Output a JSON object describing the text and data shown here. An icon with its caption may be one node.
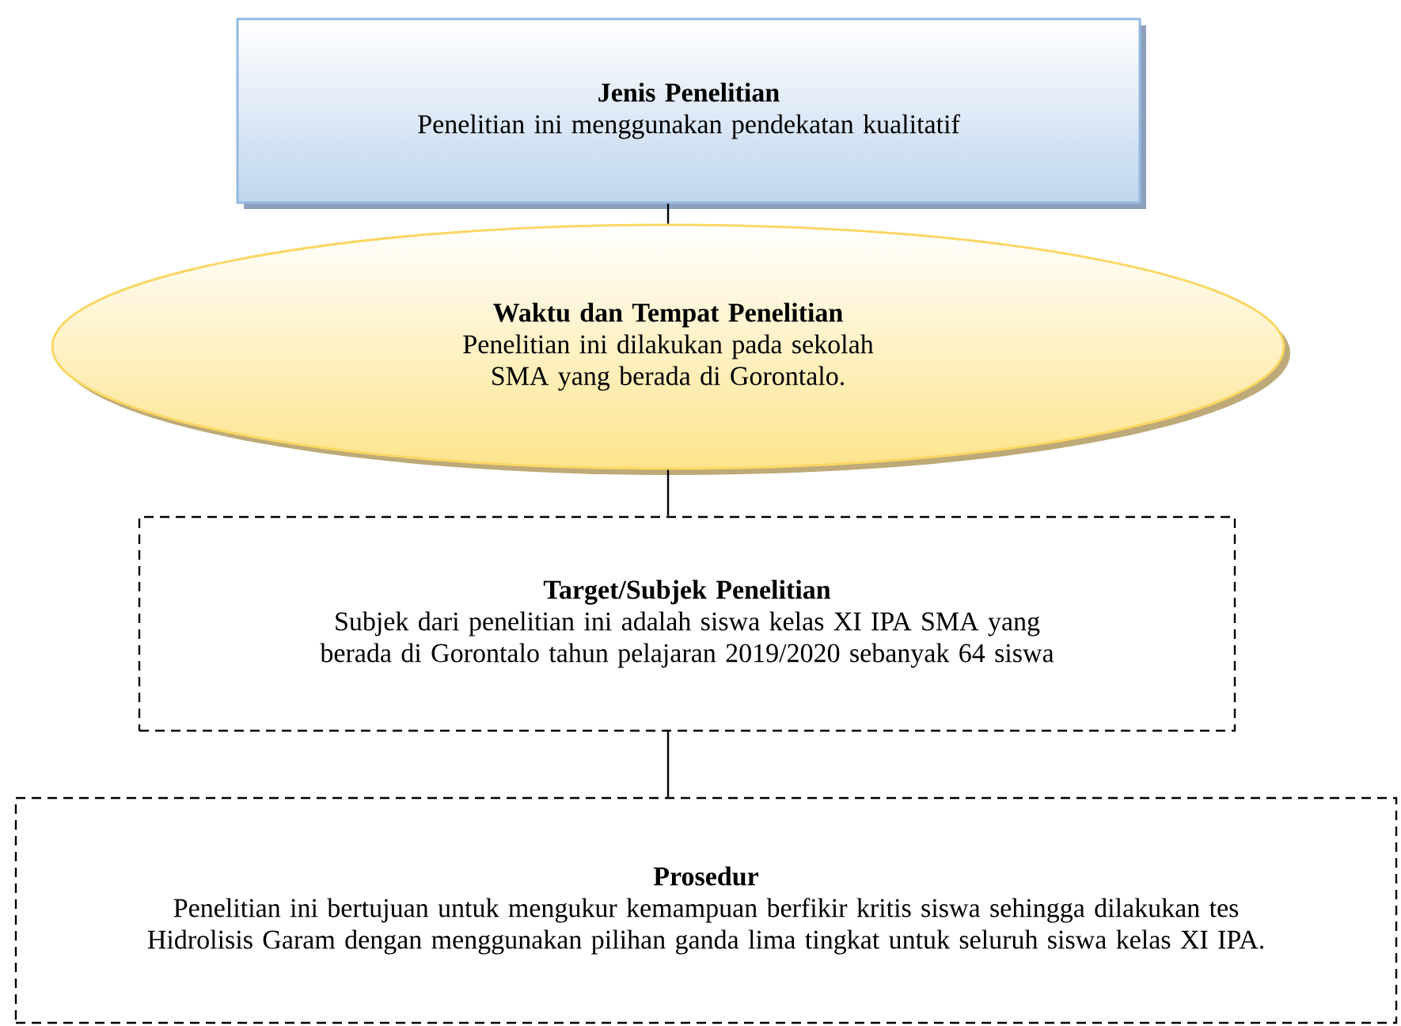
{
  "diagram": {
    "nodes": [
      {
        "text": [
          "Jenis Penelitian",
          "Penelitian ini menggunakan pendekatan kualitatif"
        ]
      },
      {
        "text": [
          "Waktu dan Tempat Penelitian",
          "Penelitian ini dilakukan pada sekolah SMA yang berada di Gorontalo."
        ]
      },
      {
        "text": [
          "Target/Subjek Penelitian",
          "Subjek dari penelitian ini adalah siswa kelas XI IPA SMA yang berada di Gorontalo tahun pelajaran 2019/2020 sebanyak 64 siswa"
        ]
      },
      {
        "text": [
          "Prosedur",
          "Penelitian ini bertujuan untuk mengukur kemampuan berfikir kritis siswa sehingga dilakukan tes Hidrolisis Garam dengan menggunakan pilihan ganda lima tingkat untuk seluruh siswa kelas XI IPA."
        ]
      }
    ],
    "edges": [
      {
        "from": 0,
        "to": 1,
        "arrow": "none"
      },
      {
        "from": 1,
        "to": 2,
        "arrow": "none"
      },
      {
        "from": 2,
        "to": 3,
        "arrow": "none"
      }
    ]
  }
}
